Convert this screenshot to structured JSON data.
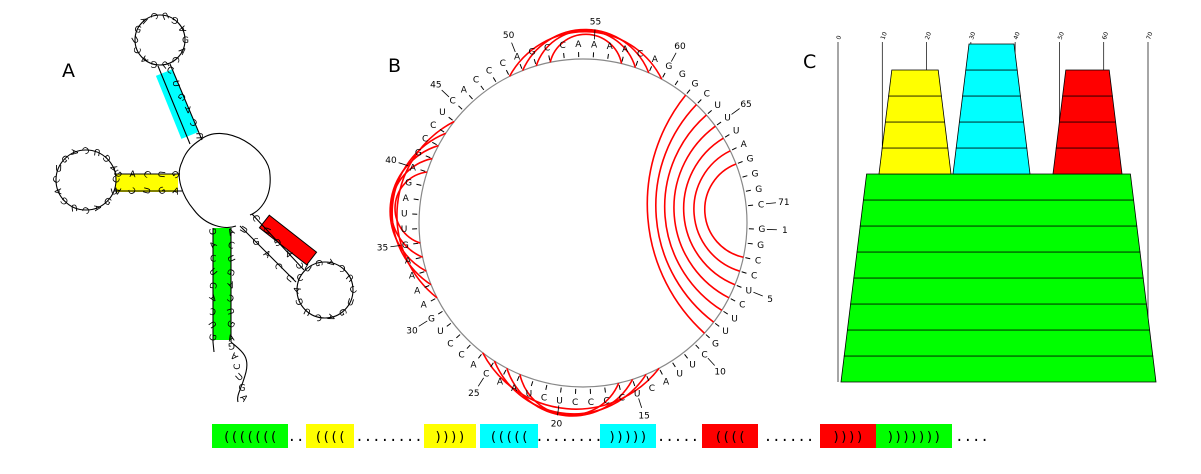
{
  "panels": {
    "a_label": "A",
    "b_label": "B",
    "c_label": "C"
  },
  "colors": {
    "green": "#00ff00",
    "yellow": "#ffff00",
    "cyan": "#00ffff",
    "red": "#ff0000",
    "arc": "#ff0000",
    "circle": "#888888"
  },
  "circle_plot": {
    "sequence": "GGCCUCUUGCUUACUCCCCUCUAACACCUGAAAAGUUAGAGCCUCACCCAGCCAAAACAGGGCUUUAGGGC",
    "position_labels": [
      {
        "pos": 1,
        "text": "1"
      },
      {
        "pos": 5,
        "text": "5"
      },
      {
        "pos": 10,
        "text": "10"
      },
      {
        "pos": 15,
        "text": "15"
      },
      {
        "pos": 20,
        "text": "20"
      },
      {
        "pos": 25,
        "text": "25"
      },
      {
        "pos": 30,
        "text": "30"
      },
      {
        "pos": 35,
        "text": "35"
      },
      {
        "pos": 40,
        "text": "40"
      },
      {
        "pos": 45,
        "text": "45"
      },
      {
        "pos": 50,
        "text": "50"
      },
      {
        "pos": 55,
        "text": "55"
      },
      {
        "pos": 60,
        "text": "60"
      },
      {
        "pos": 65,
        "text": "65"
      },
      {
        "pos": 71,
        "text": "71"
      }
    ],
    "arc_groups": [
      {
        "color": "green",
        "pairs": [
          [
            3,
            68
          ],
          [
            4,
            67
          ],
          [
            5,
            66
          ],
          [
            6,
            65
          ],
          [
            7,
            64
          ],
          [
            8,
            63
          ],
          [
            9,
            62
          ]
        ]
      },
      {
        "color": "yellow",
        "pairs": [
          [
            13,
            26
          ],
          [
            14,
            25
          ],
          [
            15,
            24
          ],
          [
            16,
            23
          ]
        ]
      },
      {
        "color": "cyan",
        "pairs": [
          [
            31,
            44
          ],
          [
            32,
            43
          ],
          [
            33,
            42
          ],
          [
            34,
            41
          ],
          [
            35,
            40
          ]
        ]
      },
      {
        "color": "red",
        "pairs": [
          [
            49,
            60
          ],
          [
            50,
            59
          ],
          [
            51,
            58
          ],
          [
            52,
            57
          ]
        ]
      }
    ]
  },
  "mountain": {
    "ticks": [
      "0",
      "10",
      "20",
      "30",
      "40",
      "50",
      "60",
      "70"
    ],
    "max_level": 12
  },
  "bracket": {
    "segments": [
      {
        "text": "(((((((",
        "color": "green"
      },
      {
        "text": "..",
        "color": ""
      },
      {
        "text": "((((",
        "color": "yellow"
      },
      {
        "text": "........",
        "color": ""
      },
      {
        "text": "))))",
        "color": "yellow"
      },
      {
        "text": "(((((",
        "color": "cyan"
      },
      {
        "text": "........",
        "color": ""
      },
      {
        "text": ")))))",
        "color": "cyan"
      },
      {
        "text": ".....",
        "color": ""
      },
      {
        "text": "((((",
        "color": "red"
      },
      {
        "text": "......",
        "color": ""
      },
      {
        "text": "))))",
        "color": "red"
      },
      {
        "text": ")))))))",
        "color": "green"
      },
      {
        "text": "....",
        "color": ""
      }
    ]
  }
}
